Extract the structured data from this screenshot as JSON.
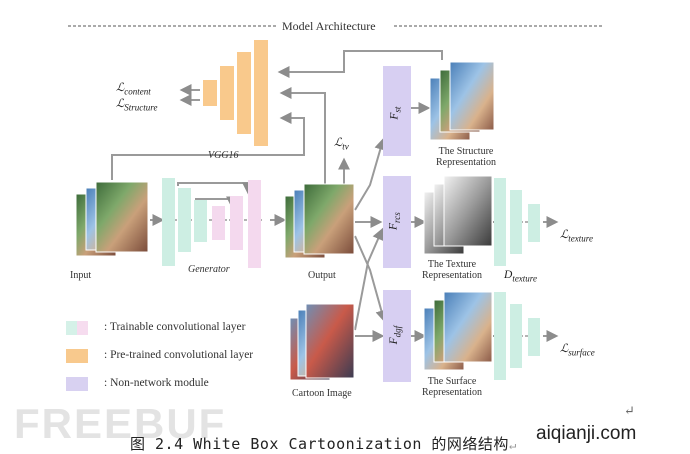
{
  "title": "Model Architecture",
  "vgg": {
    "label": "VGG16"
  },
  "losses": {
    "content": {
      "base": "ℒ",
      "sub": "content"
    },
    "structure": {
      "base": "ℒ",
      "sub": "Structure"
    },
    "tv": {
      "base": "ℒ",
      "sub": "tv"
    },
    "texture": {
      "base": "ℒ",
      "sub": "texture"
    },
    "surface": {
      "base": "ℒ",
      "sub": "surface"
    }
  },
  "labels": {
    "input": "Input",
    "generator": "Generator",
    "output": "Output",
    "cartoon_image": "Cartoon Image",
    "structure_rep_1": "The Structure",
    "structure_rep_2": "Representation",
    "texture_rep_1": "The Texture",
    "texture_rep_2": "Representation",
    "surface_rep_1": "The Surface",
    "surface_rep_2": "Representation"
  },
  "modules": {
    "fst": {
      "base": "F",
      "sub": "st"
    },
    "frcs": {
      "base": "F",
      "sub": "rcs"
    },
    "fdgf": {
      "base": "F",
      "sub": "dgf"
    }
  },
  "discriminators": {
    "texture": {
      "base": "D",
      "sub": "texture"
    }
  },
  "legend": [
    {
      "label": ": Trainable convolutional layer",
      "color": "#d5f1e8",
      "color2": "#f6dcef"
    },
    {
      "label": ": Pre-trained convolutional layer",
      "color": "#f8c98d"
    },
    {
      "label": ": Non-network module",
      "color": "#d8d1f1"
    }
  ],
  "colors": {
    "trainable_green": "#cdeee3",
    "trainable_pink": "#f4d9ee",
    "pretrained_orange": "#f9c98c",
    "nonnetwork_purple": "#d7cff2",
    "arrow_gray": "#9a9a9a"
  },
  "watermark": "FREEBUF",
  "caption": "图 2.4 White Box Cartoonization 的网络结构",
  "caption_return": "↵",
  "site": "aiqianji.com",
  "return_mark": "↵"
}
